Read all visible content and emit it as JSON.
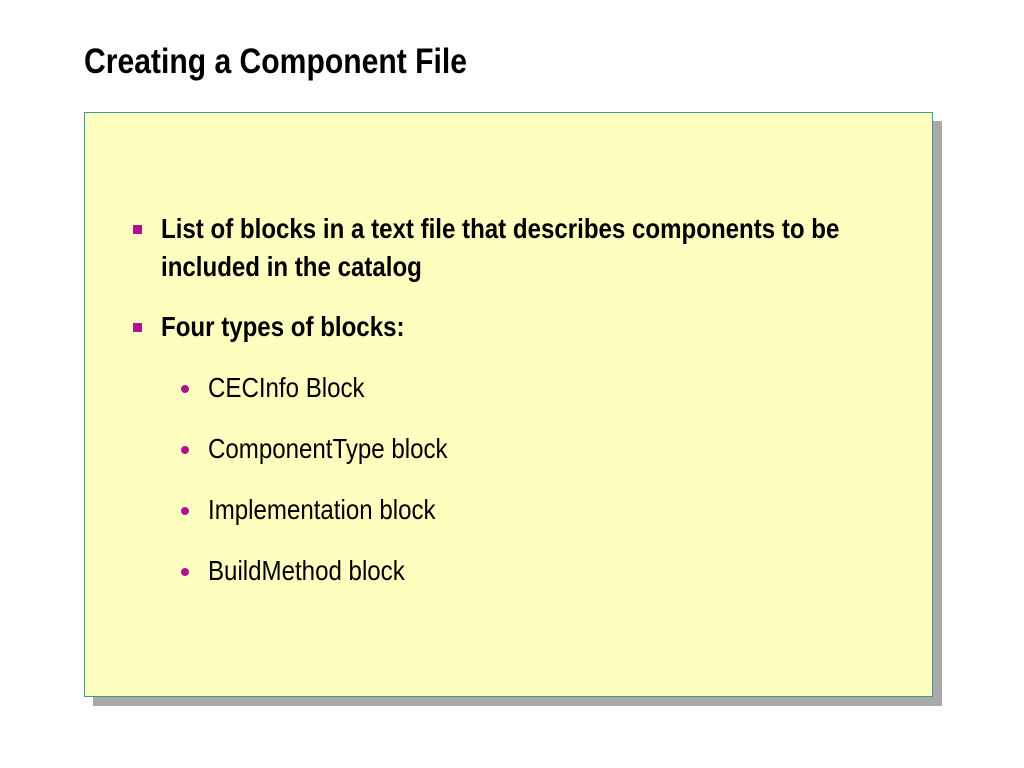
{
  "slide": {
    "title": "Creating a Component File",
    "bullets": [
      {
        "text": "List of blocks in a text file that describes components to be included in the catalog"
      },
      {
        "text": "Four types of blocks:",
        "sub": [
          "CECInfo Block",
          "ComponentType block",
          "Implementation block",
          "BuildMethod block"
        ]
      }
    ]
  },
  "colors": {
    "panel_background": "#ffffc0",
    "panel_border": "#3a9a9a",
    "bullet_accent": "#b0128c",
    "shadow": "#a9a9a9"
  },
  "icons": {
    "level1_bullet": "square-bullet-icon",
    "level2_bullet": "round-bullet-icon"
  }
}
